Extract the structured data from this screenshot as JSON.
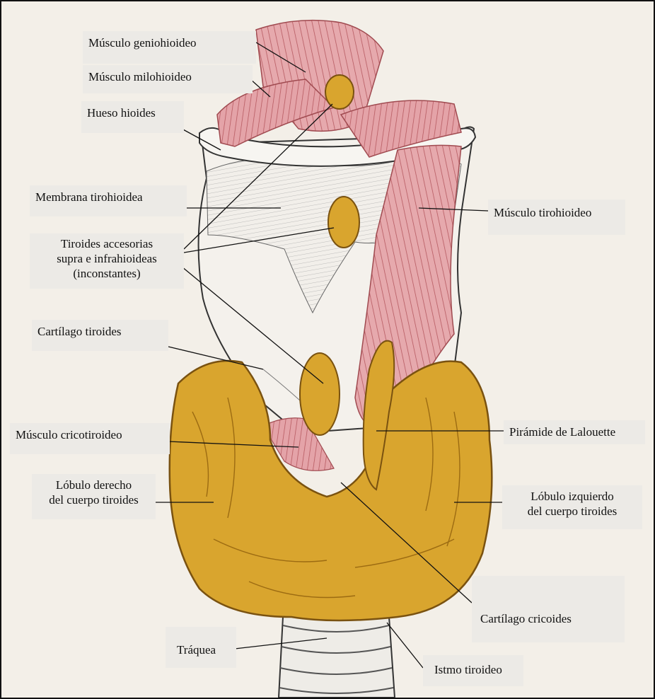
{
  "labels": {
    "geniohioideo": "Músculo geniohioideo",
    "milohioideo": "Músculo milohioideo",
    "hueso_hioides": "Hueso hioides",
    "membrana": "Membrana tirohioidea",
    "tiroides_accesorias": "Tiroides accesorias\nsupra e infrahioideas\n(inconstantes)",
    "cartilago_tiroides": "Cartílago tiroides",
    "cricotiroideo": "Músculo cricotiroideo",
    "lobulo_derecho": "Lóbulo derecho\ndel cuerpo tiroides",
    "tirohioideo": "Músculo tirohioideo",
    "piramide": "Pirámide de Lalouette",
    "lobulo_izquierdo": "Lóbulo izquierdo\ndel cuerpo tiroides",
    "cricoides": "Cartílago cricoides",
    "traquea": "Tráquea",
    "istmo": "Istmo tiroideo"
  },
  "colors": {
    "thyroid": "#d9a52e",
    "thyroid_dark": "#9c6b12",
    "muscle": "#e2a0a4",
    "muscle_line": "#b9585e",
    "cartilage": "#f4f1ec",
    "ink": "#2a2a2a",
    "label_bg": "#eceae6",
    "page_bg": "#f3efe8"
  }
}
